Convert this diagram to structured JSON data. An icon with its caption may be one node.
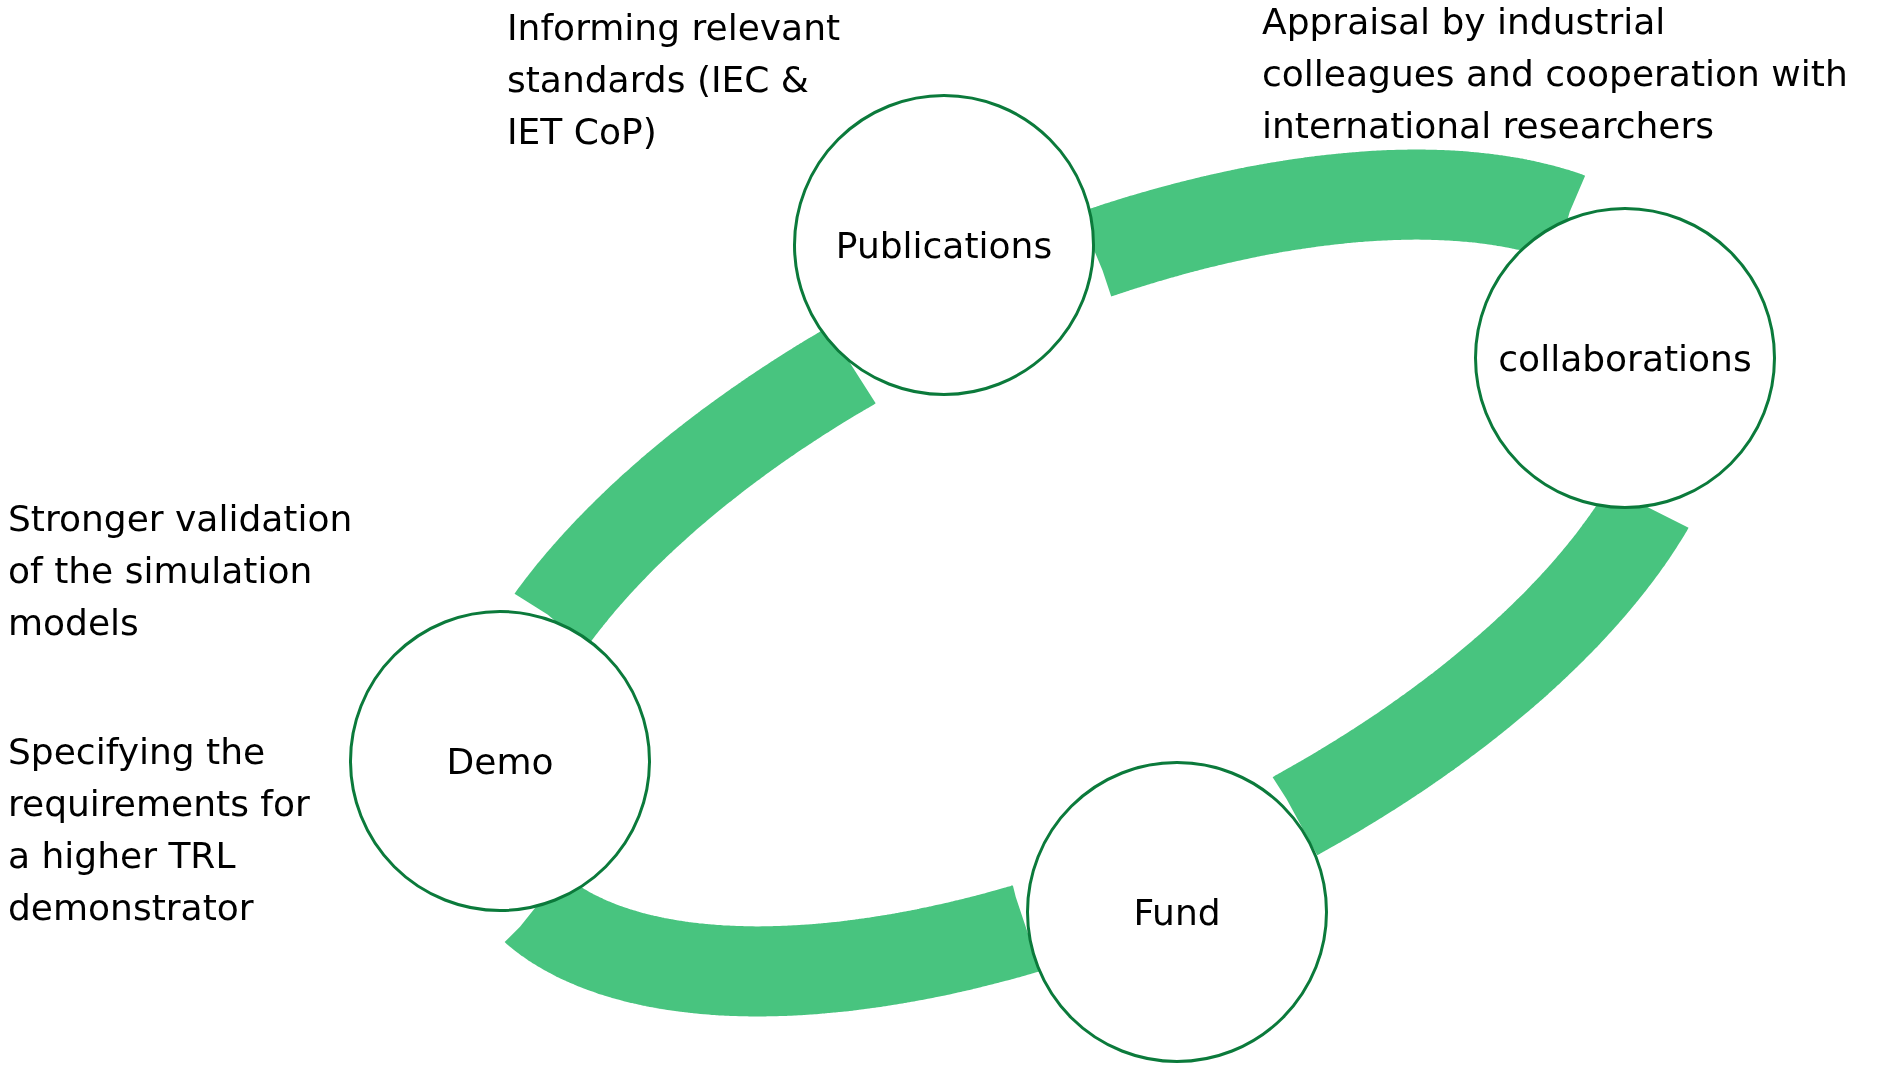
{
  "diagram": {
    "nodes": [
      {
        "text": [
          "Publications"
        ],
        "beside": [
          "Informing relevant standards (IEC & IET CoP)"
        ]
      },
      {
        "text": [
          "collaborations"
        ],
        "beside": [
          "Appraisal by industrial colleagues and cooperation with international researchers"
        ]
      },
      {
        "text": [
          "Fund"
        ]
      },
      {
        "text": [
          "Demo"
        ],
        "beside": [
          "Stronger validation of the simulation models",
          "Specifying the requirements for a higher TRL demonstrator"
        ]
      }
    ],
    "edges": [
      {
        "from": 0,
        "to": 1,
        "arrow": "none"
      },
      {
        "from": 1,
        "to": 2,
        "arrow": "none"
      },
      {
        "from": 2,
        "to": 3,
        "arrow": "none"
      },
      {
        "from": 3,
        "to": 0,
        "arrow": "none"
      }
    ]
  }
}
